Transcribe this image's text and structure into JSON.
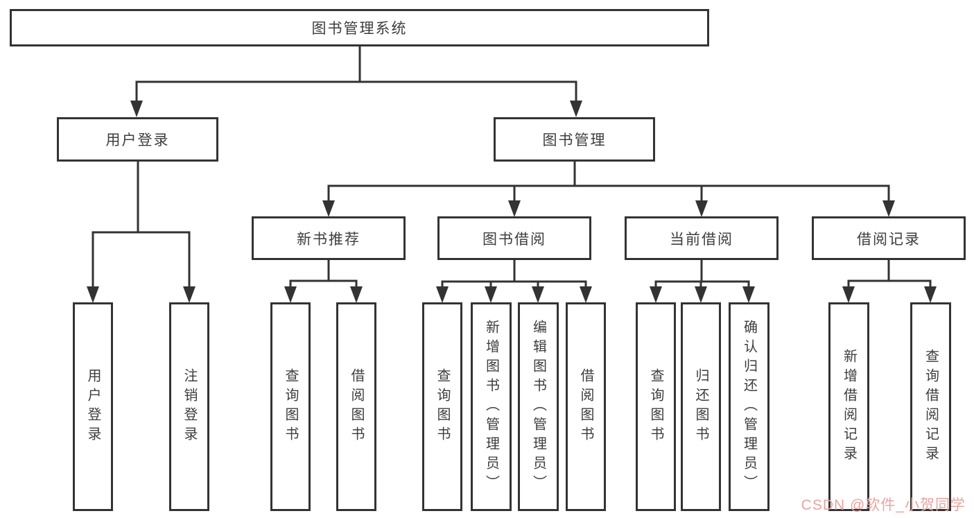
{
  "tree": {
    "root": {
      "label": "图书管理系统"
    },
    "level2": [
      {
        "label": "用户登录"
      },
      {
        "label": "图书管理"
      }
    ],
    "level3": [
      {
        "label": "新书推荐"
      },
      {
        "label": "图书借阅"
      },
      {
        "label": "当前借阅"
      },
      {
        "label": "借阅记录"
      }
    ],
    "leaf_groups": [
      {
        "parent": "用户登录",
        "items": [
          "用户登录",
          "注销登录"
        ]
      },
      {
        "parent": "新书推荐",
        "items": [
          "查询图书",
          "借阅图书"
        ]
      },
      {
        "parent": "图书借阅",
        "items": [
          "查询图书",
          "新增图书（管理员）",
          "编辑图书（管理员）",
          "借阅图书"
        ]
      },
      {
        "parent": "当前借阅",
        "items": [
          "查询图书",
          "归还图书",
          "确认归还（管理员）"
        ]
      },
      {
        "parent": "借阅记录",
        "items": [
          "新增借阅记录",
          "查询借阅记录"
        ]
      }
    ]
  },
  "watermark": {
    "text": "CSDN @软件_小贺同学",
    "color": "#e7a49f"
  },
  "style": {
    "line_color": "#333333",
    "border_color": "#333333",
    "text_color": "#3d3d3d",
    "background": "#ffffff"
  }
}
